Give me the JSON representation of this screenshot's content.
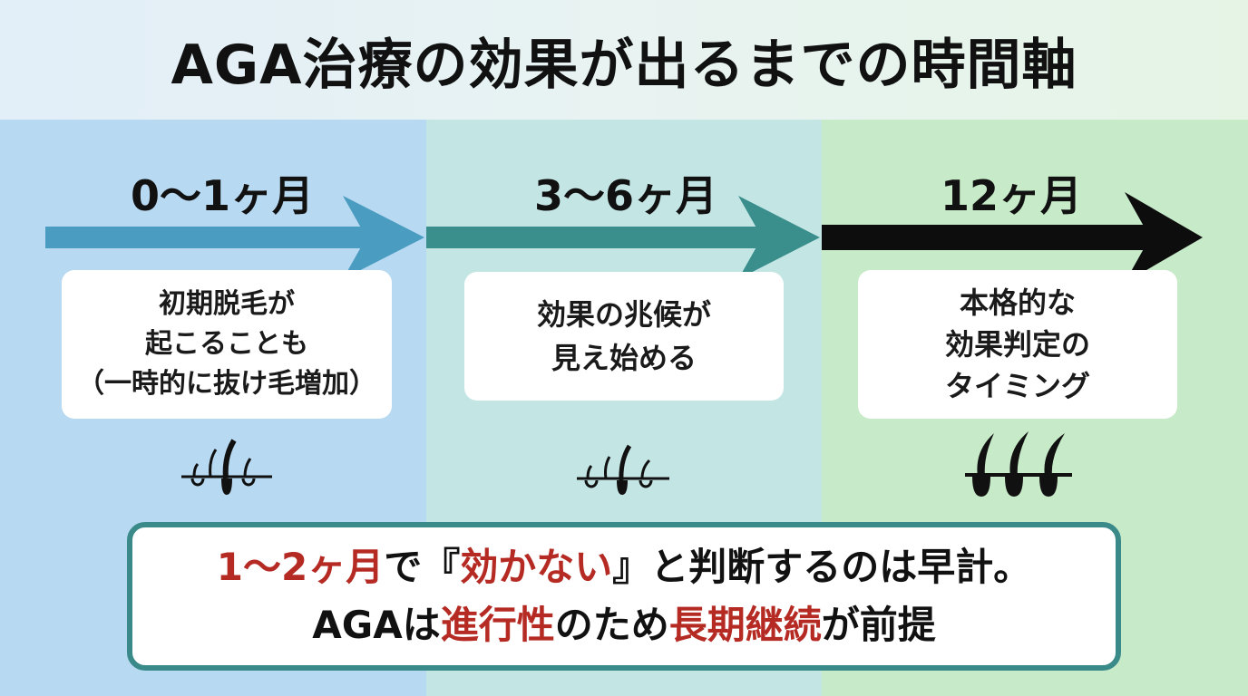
{
  "title": "AGA治療の効果が出るまでの時間軸",
  "colors": {
    "stage1_arrow": "#4a9cc0",
    "stage2_arrow": "#3a8f8d",
    "stage3_arrow": "#0d0d0d",
    "highlight": "#b52a23",
    "note_border": "#3b8a8a"
  },
  "stages": [
    {
      "period": "0〜1ヶ月",
      "description": "初期脱毛が\n起こることも\n（一時的に抜け毛増加）",
      "icon": "sparse-hair-icon"
    },
    {
      "period": "3〜6ヶ月",
      "description": "効果の兆候が\n見え始める",
      "icon": "growing-hair-icon"
    },
    {
      "period": "12ヶ月",
      "description": "本格的な\n効果判定の\nタイミング",
      "icon": "thick-hair-icon"
    }
  ],
  "note": {
    "line1": [
      {
        "text": "1〜2ヶ月",
        "highlight": true
      },
      {
        "text": "で『",
        "highlight": false
      },
      {
        "text": "効かない",
        "highlight": true
      },
      {
        "text": "』と判断するのは早計。",
        "highlight": false
      }
    ],
    "line2": [
      {
        "text": "AGAは",
        "highlight": false
      },
      {
        "text": "進行性",
        "highlight": true
      },
      {
        "text": "のため",
        "highlight": false
      },
      {
        "text": "長期継続",
        "highlight": true
      },
      {
        "text": "が前提",
        "highlight": false
      }
    ]
  }
}
